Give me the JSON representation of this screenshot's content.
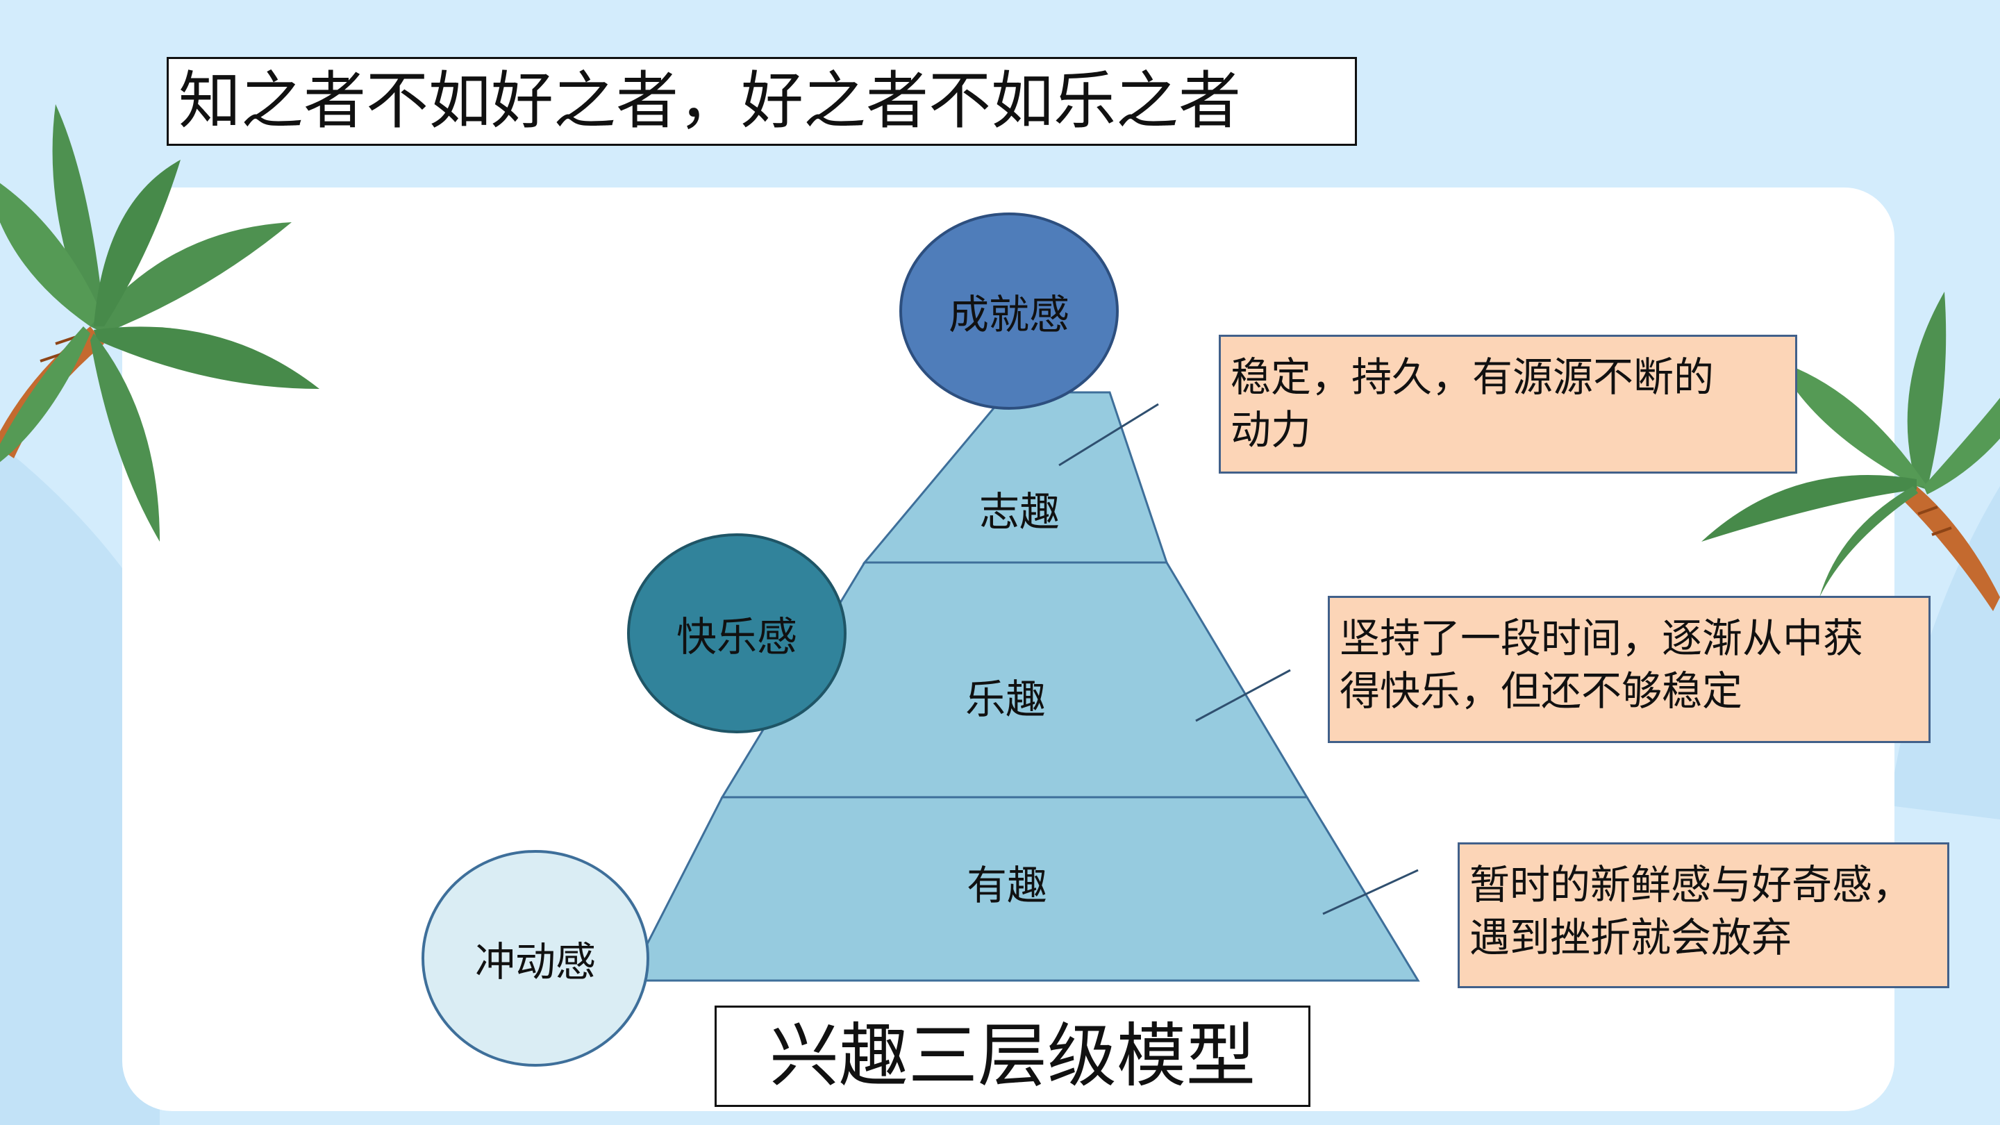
{
  "title": "知之者不如好之者，好之者不如乐之者",
  "diagram": {
    "circles": {
      "top": "成就感",
      "middle": "快乐感",
      "bottom": "冲动感"
    },
    "tiers": {
      "top": "志趣",
      "middle": "乐趣",
      "bottom": "有趣"
    },
    "notes": {
      "top": [
        "稳定，持久，有源源不断的",
        "动力"
      ],
      "middle": [
        "坚持了一段时间，逐渐从中获",
        "得快乐，但还不够稳定"
      ],
      "bottom": [
        "暂时的新鲜感与好奇感，",
        "遇到挫折就会放弃"
      ]
    },
    "caption": "兴趣三层级模型"
  },
  "colors": {
    "background": "#d3ecfc",
    "panel": "#ffffff",
    "pyramid": "#96cbdf",
    "circle_top": "#4f7dba",
    "circle_middle": "#31839b",
    "circle_bottom": "#daedf4",
    "note_fill": "#fcd5b7",
    "palm_leaf": "#4e9150",
    "palm_trunk": "#c46a2f"
  }
}
